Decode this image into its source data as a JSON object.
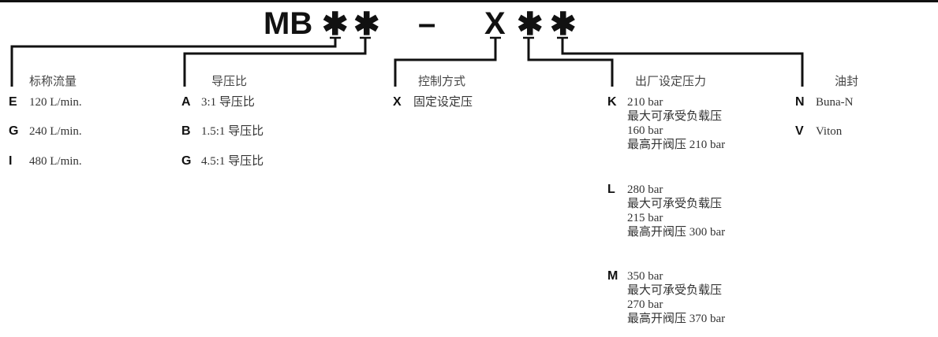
{
  "model_code": {
    "prefix": "MB",
    "wild1": "✱",
    "wild2": "✱",
    "dash": "–",
    "control": "X",
    "wild3": "✱",
    "wild4": "✱"
  },
  "sections": [
    {
      "header": "标称流量",
      "options": [
        {
          "key": "E",
          "lines": [
            "120 L/min."
          ]
        },
        {
          "key": "G",
          "lines": [
            "240 L/min."
          ]
        },
        {
          "key": "I",
          "lines": [
            "480 L/min."
          ]
        }
      ]
    },
    {
      "header": "导压比",
      "options": [
        {
          "key": "A",
          "lines": [
            "3:1 导压比"
          ]
        },
        {
          "key": "B",
          "lines": [
            "1.5:1 导压比"
          ]
        },
        {
          "key": "G",
          "lines": [
            "4.5:1 导压比"
          ]
        }
      ]
    },
    {
      "header": "控制方式",
      "options": [
        {
          "key": "X",
          "lines": [
            "固定设定压"
          ]
        }
      ]
    },
    {
      "header": "出厂设定压力",
      "options": [
        {
          "key": "K",
          "lines": [
            "210 bar",
            "最大可承受负载压",
            "160 bar",
            "最高开阀压 210 bar"
          ]
        },
        {
          "key": "L",
          "lines": [
            "280 bar",
            "最大可承受负载压",
            "215 bar",
            "最高开阀压 300 bar"
          ]
        },
        {
          "key": "M",
          "lines": [
            "350 bar",
            "最大可承受负载压",
            "270 bar",
            "最高开阀压 370 bar"
          ]
        }
      ]
    },
    {
      "header": "油封",
      "options": [
        {
          "key": "N",
          "lines": [
            "Buna-N"
          ]
        },
        {
          "key": "V",
          "lines": [
            "Viton"
          ]
        }
      ]
    }
  ]
}
